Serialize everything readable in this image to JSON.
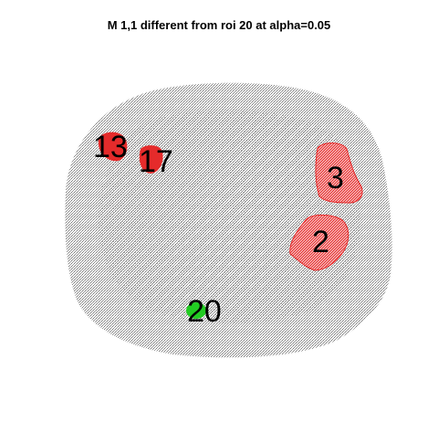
{
  "title": "M 1,1 different from roi 20 at alpha=0.05",
  "colors": {
    "background": "#ffffff",
    "brain_points": "#808080",
    "significant_roi": "#e52b2b",
    "reference_roi": "#22cc22",
    "label": "#000000"
  },
  "rois": [
    {
      "id": "13",
      "label": "13",
      "role": "significant"
    },
    {
      "id": "17",
      "label": "17",
      "role": "significant"
    },
    {
      "id": "3",
      "label": "3",
      "role": "significant"
    },
    {
      "id": "2",
      "label": "2",
      "role": "significant"
    },
    {
      "id": "20",
      "label": "20",
      "role": "reference"
    }
  ]
}
